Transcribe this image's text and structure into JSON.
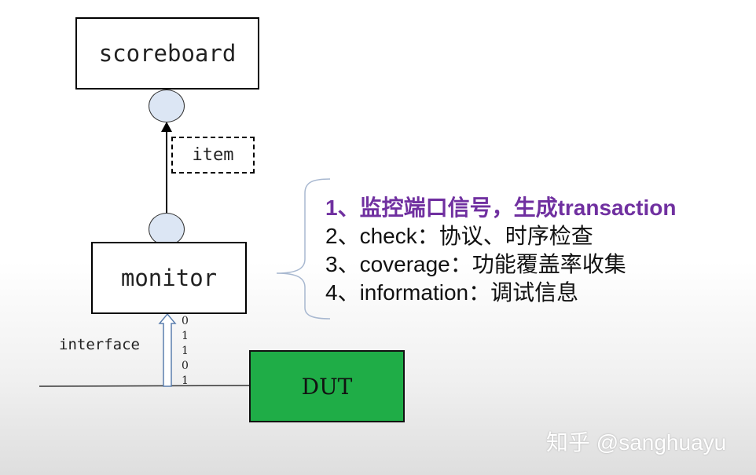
{
  "diagram": {
    "scoreboard_label": "scoreboard",
    "item_label": "item",
    "monitor_label": "monitor",
    "dut_label": "DUT",
    "interface_label": "interface",
    "bits": [
      "0",
      "1",
      "1",
      "0",
      "1"
    ],
    "dut_color": "#1fad47",
    "port_color": "#dce6f4"
  },
  "description": {
    "items": [
      "1、监控端口信号，生成transaction",
      "2、check：协议、时序检查",
      "3、coverage：功能覆盖率收集",
      "4、information：调试信息"
    ],
    "highlight_color": "#7030a0"
  },
  "watermark": "知乎 @sanghuayu"
}
